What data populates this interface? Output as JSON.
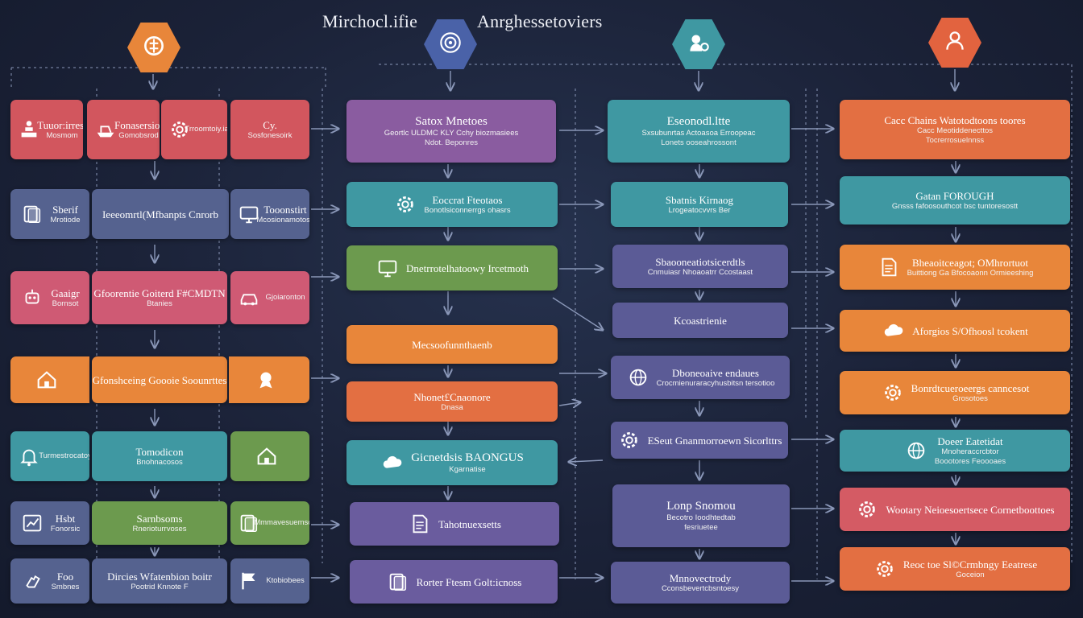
{
  "titles": {
    "left": "Mirchocl.ifie",
    "right": "Anrghessetoviers"
  },
  "colors": {
    "hex_orange": "#e8863a",
    "hex_blue": "#4a62a8",
    "hex_teal": "#3f98a2",
    "hex_orange_red": "#e2633f",
    "line": "#8a97b8"
  },
  "hex_icons": [
    {
      "icon": "puzzle-icon"
    },
    {
      "icon": "target-icon"
    },
    {
      "icon": "gear-person-icon"
    },
    {
      "icon": "user-icon"
    }
  ],
  "col1": [
    {
      "items": [
        {
          "icon": "podium-icon",
          "t1": "Tuuor:irrest",
          "t2": "Mosmom"
        },
        {
          "icon": "ship-icon",
          "t1": "Fonasersiot",
          "t2": "Gomobsrod"
        },
        {
          "icon": "gear-icon",
          "t1": "",
          "t2": "Trroomtoiy.ialk"
        },
        {
          "icon": "",
          "t1": "Cy.",
          "t2": "Sosfonesoirk"
        }
      ]
    },
    {
      "items": [
        {
          "icon": "cards-icon",
          "t1": "Sberif",
          "t2": "Mrotiode"
        },
        {
          "icon": "",
          "t1": "Ieeeomrtl(Mfbanpts Cnrorb",
          "t2": ""
        },
        {
          "icon": "monitor-icon",
          "t1": "Tooonstirt",
          "t2": "Mcosionamotoss"
        }
      ]
    },
    {
      "items": [
        {
          "icon": "robot-icon",
          "t1": "Gaaigr",
          "t2": "Bornsot"
        },
        {
          "icon": "",
          "t1": "Gfoorentie Goiterd F#CMDTN",
          "t2": "Btanies"
        },
        {
          "icon": "car-icon",
          "t1": "",
          "t2": "Gjoiaronton"
        }
      ]
    },
    {
      "items": [
        {
          "icon": "house-icon",
          "t1": "",
          "t2": ""
        },
        {
          "icon": "",
          "t1": "Gfonshceing Goooie Soounrttes",
          "t2": ""
        },
        {
          "icon": "badge-icon",
          "t1": "",
          "t2": ""
        }
      ]
    },
    {
      "items": [
        {
          "icon": "bell-icon",
          "t1": "",
          "t2": "Turmestrocatoy"
        },
        {
          "icon": "",
          "t1": "Tomodicon",
          "t2": "Bnohnacosos"
        },
        {
          "icon": "house-icon",
          "t1": "",
          "t2": ""
        }
      ]
    },
    {
      "items": [
        {
          "icon": "chart-icon",
          "t1": "Hsbt",
          "t2": "Fonorsic"
        },
        {
          "icon": "",
          "t1": "Sarnbsoms",
          "t2": "Rnerioturrvoses"
        },
        {
          "icon": "cards-icon",
          "t1": "",
          "t2": "Mmmavesuemsoo"
        }
      ]
    },
    {
      "items": [
        {
          "icon": "hand-icon",
          "t1": "Foo",
          "t2": "Smbnes"
        },
        {
          "icon": "",
          "t1": "Dircies Wfatenbion boitr",
          "t2": "Pootrid Knnote F"
        },
        {
          "icon": "flag-icon",
          "t1": "",
          "t2": "Ktobiobees"
        }
      ]
    }
  ],
  "col2": [
    {
      "icon": "",
      "t1": "Satox Mnetoes",
      "t2": "Geortlc ULDMC KLY Cchy biozmasiees",
      "t3": "Ndot. Beponres"
    },
    {
      "icon": "gear-icon",
      "t1": "Eoccrat Fteotaos",
      "t2": "Bonotlsiconnerrgs ohasrs",
      "t3": ""
    },
    {
      "icon": "monitor-icon",
      "t1": "Dnetrrotelhatoowy Ircetmoth",
      "t2": "",
      "t3": ""
    },
    {
      "icon": "",
      "t1": "Mecsoofunnthaenb",
      "t2": "",
      "t3": ""
    },
    {
      "icon": "",
      "t1": "Nhonet£Cnaonore",
      "t2": "Dnasa",
      "t3": ""
    },
    {
      "icon": "cloud-icon",
      "t1": "Gicnetdsis BAONGUS",
      "t2": "Kgarnatise",
      "t3": ""
    },
    {
      "icon": "document-icon",
      "t1": "Tahotnuexsetts",
      "t2": "",
      "t3": ""
    },
    {
      "icon": "cards-icon",
      "t1": "Rorter Ftesm Golt:icnoss",
      "t2": "",
      "t3": ""
    }
  ],
  "col3": [
    {
      "icon": "",
      "t1": "Eseonodl.ltte",
      "t2": "Sxsubunrtas Actoasoa Erroopeac",
      "t3": "Lonets ooseahrossont"
    },
    {
      "icon": "",
      "t1": "Sbatnis Kirnaog",
      "t2": "Lrogeatocvvrs Ber",
      "t3": ""
    },
    {
      "icon": "",
      "t1": "Sbaooneatiotsicerdtls",
      "t2": "Cnmuiasr Nhoaoatrr Ccostaast",
      "t3": ""
    },
    {
      "icon": "",
      "t1": "Kcoastrienie",
      "t2": "",
      "t3": ""
    },
    {
      "icon": "globe-icon",
      "t1": "Dboneoaive endaues",
      "t2": "Crocmienuraracyhusbitsn tersotioo",
      "t3": ""
    },
    {
      "icon": "gear-icon",
      "t1": "ESeut Gnanmorroewn Sicorlttrs",
      "t2": "",
      "t3": ""
    },
    {
      "icon": "",
      "t1": "Lonp Snomou",
      "t2": "Becotro Ioodhtedtab",
      "t3": "fesriuetee"
    },
    {
      "icon": "",
      "t1": "Mnnovectrody",
      "t2": "Cconsbevertcbsntoesy",
      "t3": ""
    }
  ],
  "col4": [
    {
      "icon": "",
      "t1": "Cacc Chains Watotodtoons toores",
      "t2": "Cacc Meotiddenecttos",
      "t3": "Tocrerrosuelnnss"
    },
    {
      "icon": "",
      "t1": "Gatan FOROUGH",
      "t2": "Gnsss fafoosouthcot bsc tuntoresostt",
      "t3": ""
    },
    {
      "icon": "document-icon",
      "t1": "Bheaoitceagot; OMhrortuot",
      "t2": "Buittiong Ga Bfocoaonn Ormieeshing",
      "t3": ""
    },
    {
      "icon": "cloud-icon",
      "t1": "Aforgios S/Ofhoosl tcokent",
      "t2": "",
      "t3": ""
    },
    {
      "icon": "gear-icon",
      "t1": "Bonrdtcueroeergs canncesot",
      "t2": "Grosotoes",
      "t3": ""
    },
    {
      "icon": "globe-icon",
      "t1": "Doeer Eatetidat",
      "t2": "Mnoheraccrcbtor",
      "t3": "Boootores Feoooaes"
    },
    {
      "icon": "gear-icon",
      "t1": "Wootary Neioesoertsece Cornetboottoes",
      "t2": "",
      "t3": ""
    },
    {
      "icon": "gear-icon",
      "t1": "Reoc toe Sl©Crmbngy Eeatrese",
      "t2": "Goceion",
      "t3": ""
    }
  ]
}
